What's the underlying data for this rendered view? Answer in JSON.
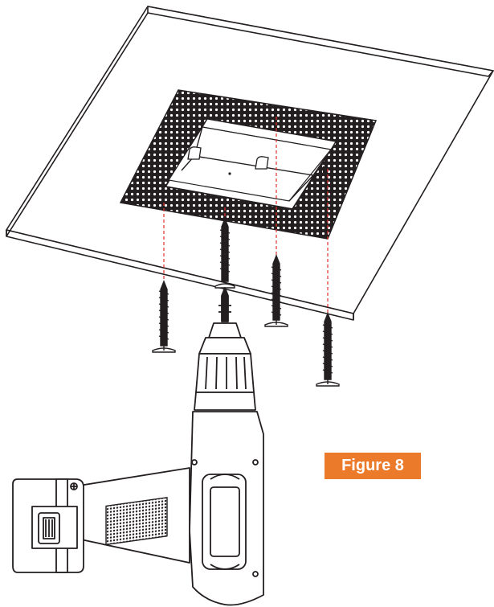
{
  "figure_label": "Figure 8",
  "colors": {
    "label_background": "#ec7a2b",
    "label_text": "#ffffff",
    "line": "#231f20",
    "guide_line": "#e0312b"
  },
  "components": {
    "ceiling_panel": "ceiling-panel",
    "mounting_frame": "perforated-mounting-frame",
    "screws": "drywall-screw",
    "drill": "cordless-drill"
  }
}
